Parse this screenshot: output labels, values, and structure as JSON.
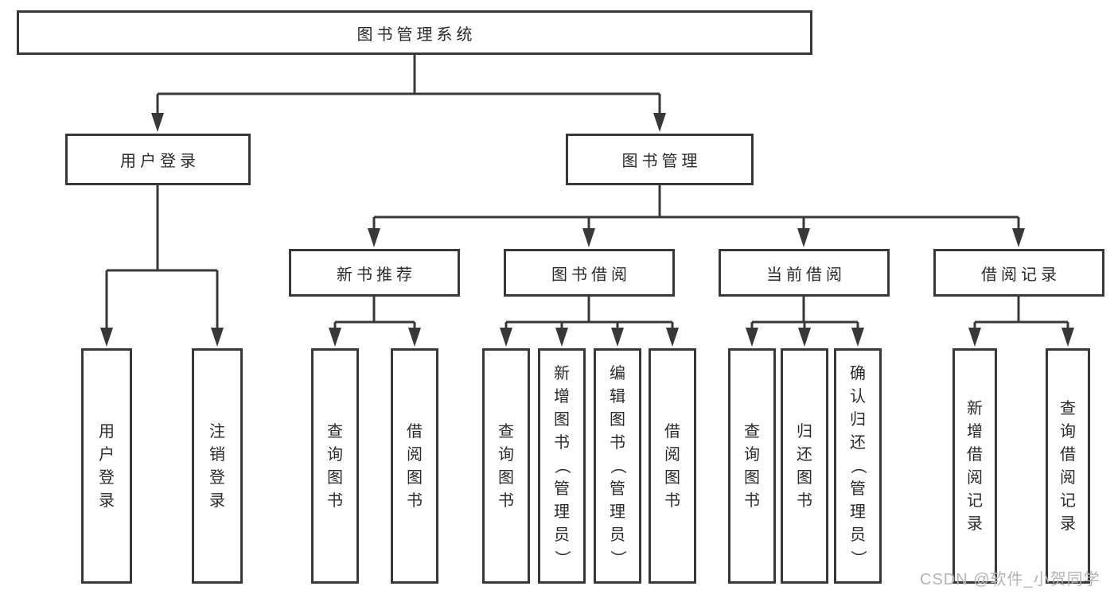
{
  "tree": {
    "root": "图书管理系统",
    "level2": [
      "用户登录",
      "图书管理"
    ],
    "level3": [
      "新书推荐",
      "图书借阅",
      "当前借阅",
      "借阅记录"
    ],
    "leaves": {
      "user_login": [
        "用户登录",
        "注销登录"
      ],
      "new_book": [
        "查询图书",
        "借阅图书"
      ],
      "book_borrow": [
        "查询图书",
        "新增图书（管理员）",
        "编辑图书（管理员）",
        "借阅图书"
      ],
      "current_borrow": [
        "查询图书",
        "归还图书",
        "确认归还（管理员）"
      ],
      "borrow_record": [
        "新增借阅记录",
        "查询借阅记录"
      ]
    }
  },
  "watermark": "CSDN @软件_小贺同学",
  "colors": {
    "line": "#383838",
    "text": "#2a2a2a",
    "watermark": "#b3b3b3",
    "background": "#ffffff"
  }
}
